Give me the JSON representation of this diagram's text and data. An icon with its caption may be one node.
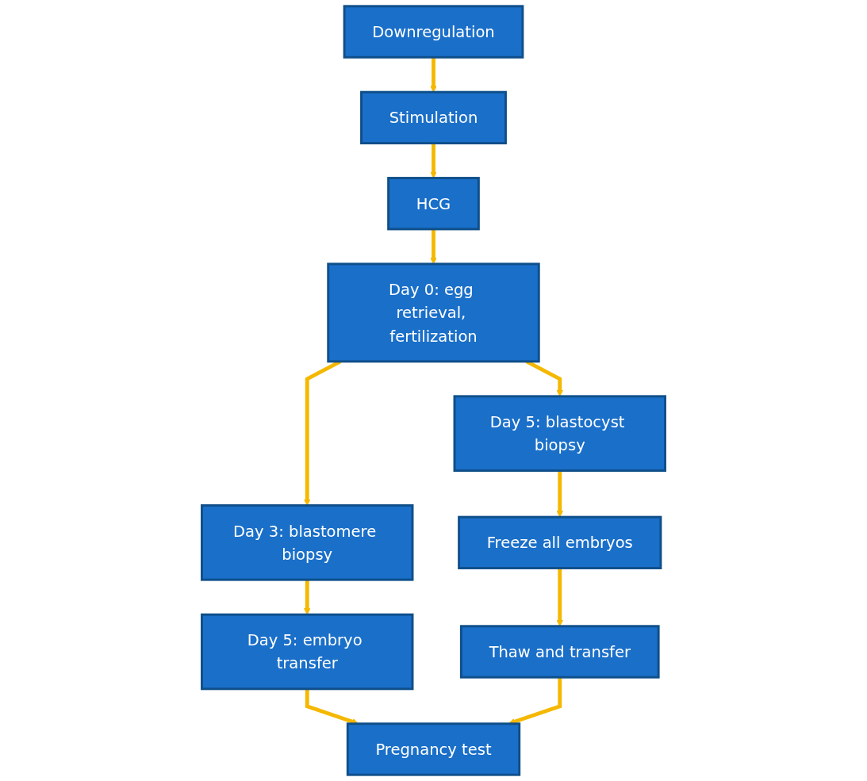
{
  "diagram": {
    "nodes": [
      {
        "text": [
          "Downregulation"
        ]
      },
      {
        "text": [
          "Stimulation"
        ]
      },
      {
        "text": [
          "HCG"
        ]
      },
      {
        "text": [
          "Day 0: egg retrieval, fertilization"
        ]
      },
      {
        "text": [
          "Day 3: blastomere biopsy"
        ]
      },
      {
        "text": [
          "Day 5: blastocyst biopsy"
        ]
      },
      {
        "text": [
          "Day 5: embryo transfer"
        ]
      },
      {
        "text": [
          "Freeze all embryos"
        ]
      },
      {
        "text": [
          "Thaw and transfer"
        ]
      },
      {
        "text": [
          "Pregnancy test"
        ]
      }
    ],
    "edges": [
      {
        "from": 0,
        "to": 1,
        "arrow": "to"
      },
      {
        "from": 1,
        "to": 2,
        "arrow": "to"
      },
      {
        "from": 2,
        "to": 3,
        "arrow": "to"
      },
      {
        "from": 3,
        "to": 4,
        "arrow": "to"
      },
      {
        "from": 3,
        "to": 5,
        "arrow": "to"
      },
      {
        "from": 4,
        "to": 6,
        "arrow": "to"
      },
      {
        "from": 5,
        "to": 7,
        "arrow": "to"
      },
      {
        "from": 7,
        "to": 8,
        "arrow": "to"
      },
      {
        "from": 6,
        "to": 9,
        "arrow": "to"
      },
      {
        "from": 8,
        "to": 9,
        "arrow": "to"
      }
    ]
  }
}
